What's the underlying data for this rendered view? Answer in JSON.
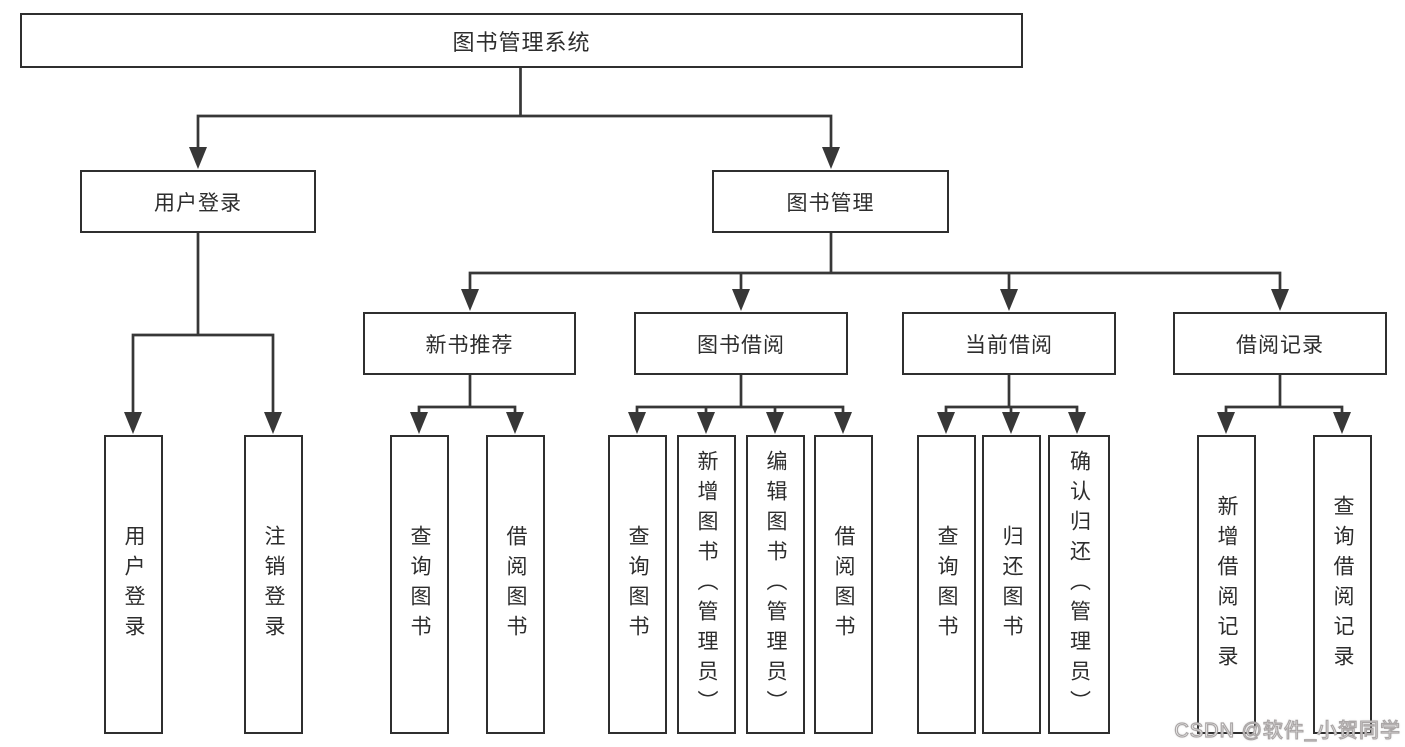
{
  "title": "图书管理系统",
  "watermark": "CSDN @软件_小贺同学",
  "colors": {
    "background": "#ffffff",
    "line": "#373737",
    "box_border": "#2f2f2f",
    "box_fill": "#ffffff",
    "text": "#2d2d2d",
    "watermark_text": "#cfcbcb"
  },
  "nodes": {
    "root": "图书管理系统",
    "user_login": "用户登录",
    "book_mgmt": "图书管理",
    "new_book": "新书推荐",
    "book_borrow": "图书借阅",
    "current_borrow": "当前借阅",
    "borrow_history": "借阅记录",
    "leaf_user_login": "用户登录",
    "leaf_logout": "注销登录",
    "leaf_nb_query": "查询图书",
    "leaf_nb_borrow": "借阅图书",
    "leaf_bb_query": "查询图书",
    "leaf_bb_add": "新增图书（管理员）",
    "leaf_bb_edit": "编辑图书（管理员）",
    "leaf_bb_borrow": "借阅图书",
    "leaf_cb_query": "查询图书",
    "leaf_cb_return": "归还图书",
    "leaf_cb_confirm": "确认归还（管理员）",
    "leaf_bh_add": "新增借阅记录",
    "leaf_bh_query": "查询借阅记录"
  },
  "hierarchy": {
    "root": [
      "user_login",
      "book_mgmt"
    ],
    "user_login": [
      "leaf_user_login",
      "leaf_logout"
    ],
    "book_mgmt": [
      "new_book",
      "book_borrow",
      "current_borrow",
      "borrow_history"
    ],
    "new_book": [
      "leaf_nb_query",
      "leaf_nb_borrow"
    ],
    "book_borrow": [
      "leaf_bb_query",
      "leaf_bb_add",
      "leaf_bb_edit",
      "leaf_bb_borrow"
    ],
    "current_borrow": [
      "leaf_cb_query",
      "leaf_cb_return",
      "leaf_cb_confirm"
    ],
    "borrow_history": [
      "leaf_bh_add",
      "leaf_bh_query"
    ]
  }
}
